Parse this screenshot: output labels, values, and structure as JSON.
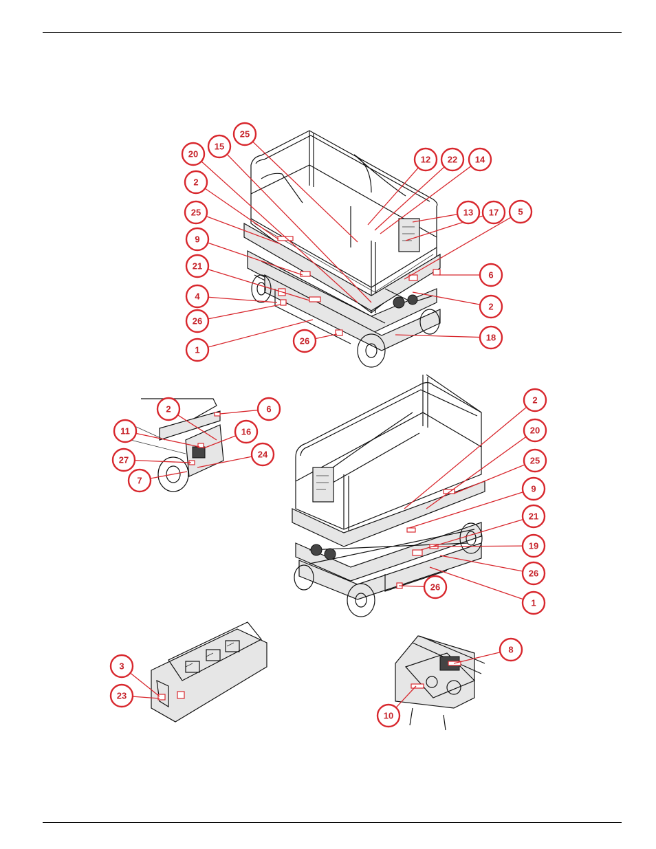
{
  "callouts": [
    {
      "id": "c-25a",
      "label": "25"
    },
    {
      "id": "c-15",
      "label": "15"
    },
    {
      "id": "c-20a",
      "label": "20"
    },
    {
      "id": "c-2a",
      "label": "2"
    },
    {
      "id": "c-25b",
      "label": "25"
    },
    {
      "id": "c-9a",
      "label": "9"
    },
    {
      "id": "c-21a",
      "label": "21"
    },
    {
      "id": "c-4",
      "label": "4"
    },
    {
      "id": "c-26a",
      "label": "26"
    },
    {
      "id": "c-1a",
      "label": "1"
    },
    {
      "id": "c-26b",
      "label": "26"
    },
    {
      "id": "c-12",
      "label": "12"
    },
    {
      "id": "c-22",
      "label": "22"
    },
    {
      "id": "c-14",
      "label": "14"
    },
    {
      "id": "c-13",
      "label": "13"
    },
    {
      "id": "c-17",
      "label": "17"
    },
    {
      "id": "c-5",
      "label": "5"
    },
    {
      "id": "c-6a",
      "label": "6"
    },
    {
      "id": "c-2b",
      "label": "2"
    },
    {
      "id": "c-18",
      "label": "18"
    },
    {
      "id": "c-2c",
      "label": "2"
    },
    {
      "id": "c-6b",
      "label": "6"
    },
    {
      "id": "c-11",
      "label": "11"
    },
    {
      "id": "c-16",
      "label": "16"
    },
    {
      "id": "c-27",
      "label": "27"
    },
    {
      "id": "c-24",
      "label": "24"
    },
    {
      "id": "c-7",
      "label": "7"
    },
    {
      "id": "c-2d",
      "label": "2"
    },
    {
      "id": "c-20b",
      "label": "20"
    },
    {
      "id": "c-25c",
      "label": "25"
    },
    {
      "id": "c-9b",
      "label": "9"
    },
    {
      "id": "c-21b",
      "label": "21"
    },
    {
      "id": "c-19",
      "label": "19"
    },
    {
      "id": "c-26c",
      "label": "26"
    },
    {
      "id": "c-1b",
      "label": "1"
    },
    {
      "id": "c-26d",
      "label": "26"
    },
    {
      "id": "c-3",
      "label": "3"
    },
    {
      "id": "c-23",
      "label": "23"
    },
    {
      "id": "c-8",
      "label": "8"
    },
    {
      "id": "c-10",
      "label": "10"
    }
  ],
  "colors": {
    "callout": "#d8272d",
    "ink": "#111111",
    "background": "#ffffff"
  }
}
